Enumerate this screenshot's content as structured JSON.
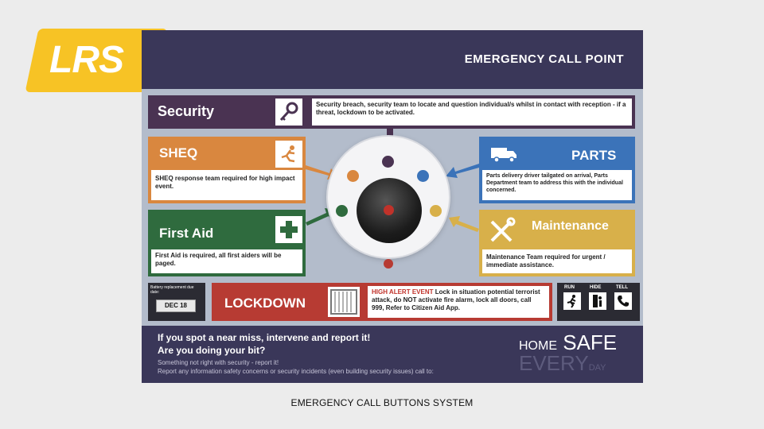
{
  "logo": {
    "text": "LRS"
  },
  "poster": {
    "title": "EMERGENCY CALL POINT",
    "security": {
      "label": "Security",
      "text": "Security breach, security team to locate and question individual/s whilst in contact with reception  - if a threat, lockdown to be activated.",
      "icon": "key-icon"
    },
    "sheq": {
      "label": "SHEQ",
      "text": "SHEQ response team required for high impact event.",
      "icon": "falling-person-icon"
    },
    "parts": {
      "label": "PARTS",
      "text": "Parts delivery driver tailgated on arrival, Parts Department team to address this with the individual concerned.",
      "icon": "truck-icon"
    },
    "first_aid": {
      "label": "First Aid",
      "text": "First Aid is required, all first aiders will be paged.",
      "icon": "first-aid-cross-icon"
    },
    "maintenance": {
      "label": "Maintenance",
      "text": "Maintenance Team required for urgent / immediate assistance.",
      "icon": "tools-icon"
    },
    "lockdown": {
      "label": "LOCKDOWN",
      "alert": "HIGH ALERT EVENT",
      "text": " Lock in situation potential terrorist attack, do NOT activate fire alarm, lock all doors, call 999, Refer to Citizen Aid App.",
      "icon": "shutter-icon"
    },
    "battery": {
      "label": "Battery replacement due date:",
      "date": "DEC 18"
    },
    "run_hide_tell": {
      "run": "RUN",
      "hide": "HIDE",
      "tell": "TELL"
    },
    "bottom": {
      "line1": "If you spot a near miss, intervene and report it!",
      "line2": "Are you doing your bit?",
      "small1": "Something not right with security - report it!",
      "small2": "Report any information safety concerns or security incidents (even building security issues) call to:",
      "home": "HOME",
      "safe": "SAFE",
      "every": "EVERY",
      "day": "DAY"
    }
  },
  "caption": "EMERGENCY CALL BUTTONS SYSTEM",
  "colors": {
    "navy": "#3a3759",
    "security": "#4a3352",
    "sheq": "#d9873f",
    "parts": "#3b73b9",
    "first_aid": "#2f6b3e",
    "maintenance": "#d8b04a",
    "lockdown": "#b73b33",
    "logo": "#f7c325"
  }
}
